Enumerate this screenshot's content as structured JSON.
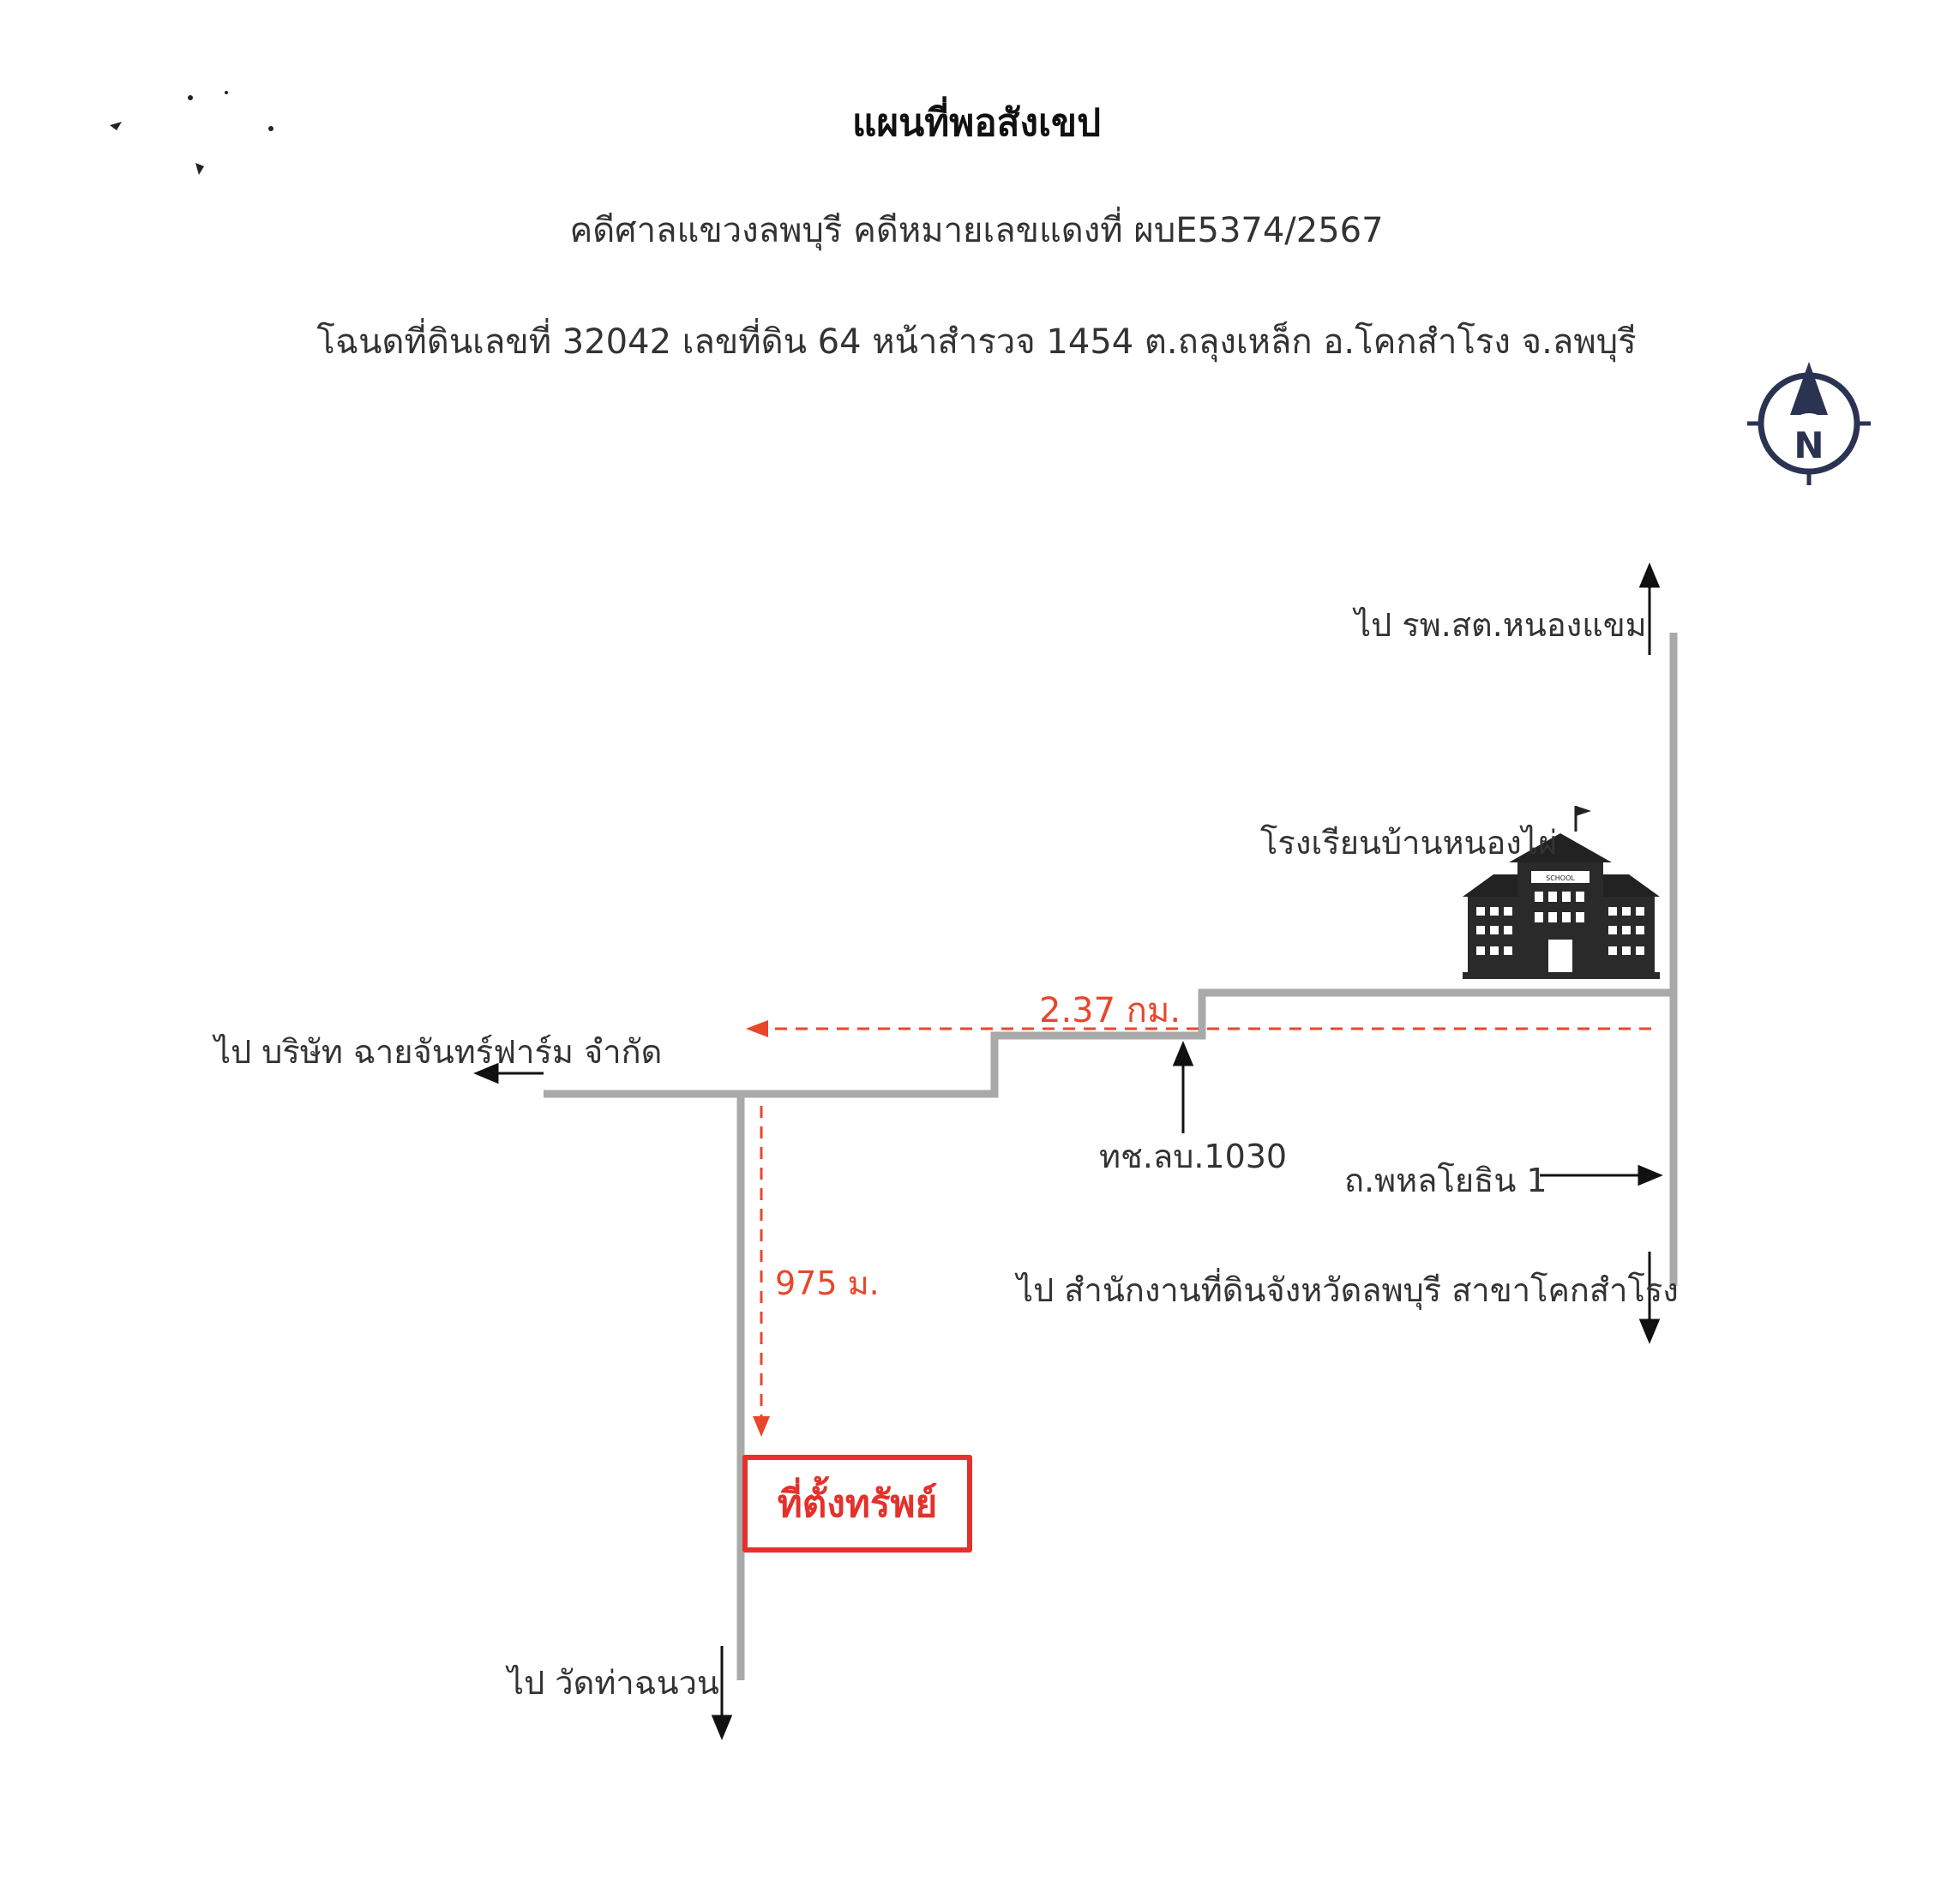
{
  "header": {
    "title": "แผนที่พอสังเขป",
    "case_line": "คดีศาลแขวงลพบุรี คดีหมายเลขแดงที่ ผบE5374/2567",
    "deed_line": "โฉนดที่ดินเลขที่ 32042 เลขที่ดิน 64 หน้าสำรวจ 1454 ต.ถลุงเหล็ก อ.โคกสำโรง จ.ลพบุรี"
  },
  "compass": {
    "letter": "N",
    "icon": "compass-north-icon",
    "color": "#2b3352"
  },
  "landmarks": {
    "to_health_center": "ไป รพ.สต.หนองแขม",
    "school": "โรงเรียนบ้านหนองไผ่",
    "school_icon": "school-building-icon",
    "school_sign": "SCHOOL",
    "to_company": "ไป บริษัท ฉายจันทร์ฟาร์ม จำกัด",
    "road_rural": "ทช.ลบ.1030",
    "road_main": "ถ.พหลโยธิน 1",
    "to_land_office": "ไป สำนักงานที่ดินจังหวัดลพบุรี สาขาโคกสำโรง",
    "to_temple": "ไป วัดท่าฉนวน"
  },
  "distances": {
    "east_west": "2.37 กม.",
    "north_south": "975 ม."
  },
  "property": {
    "label": "ที่ตั้งทรัพย์"
  },
  "colors": {
    "road": "#a9a9a9",
    "route": "#e8472b",
    "property_border": "#e4312b",
    "arrow": "#111111"
  }
}
